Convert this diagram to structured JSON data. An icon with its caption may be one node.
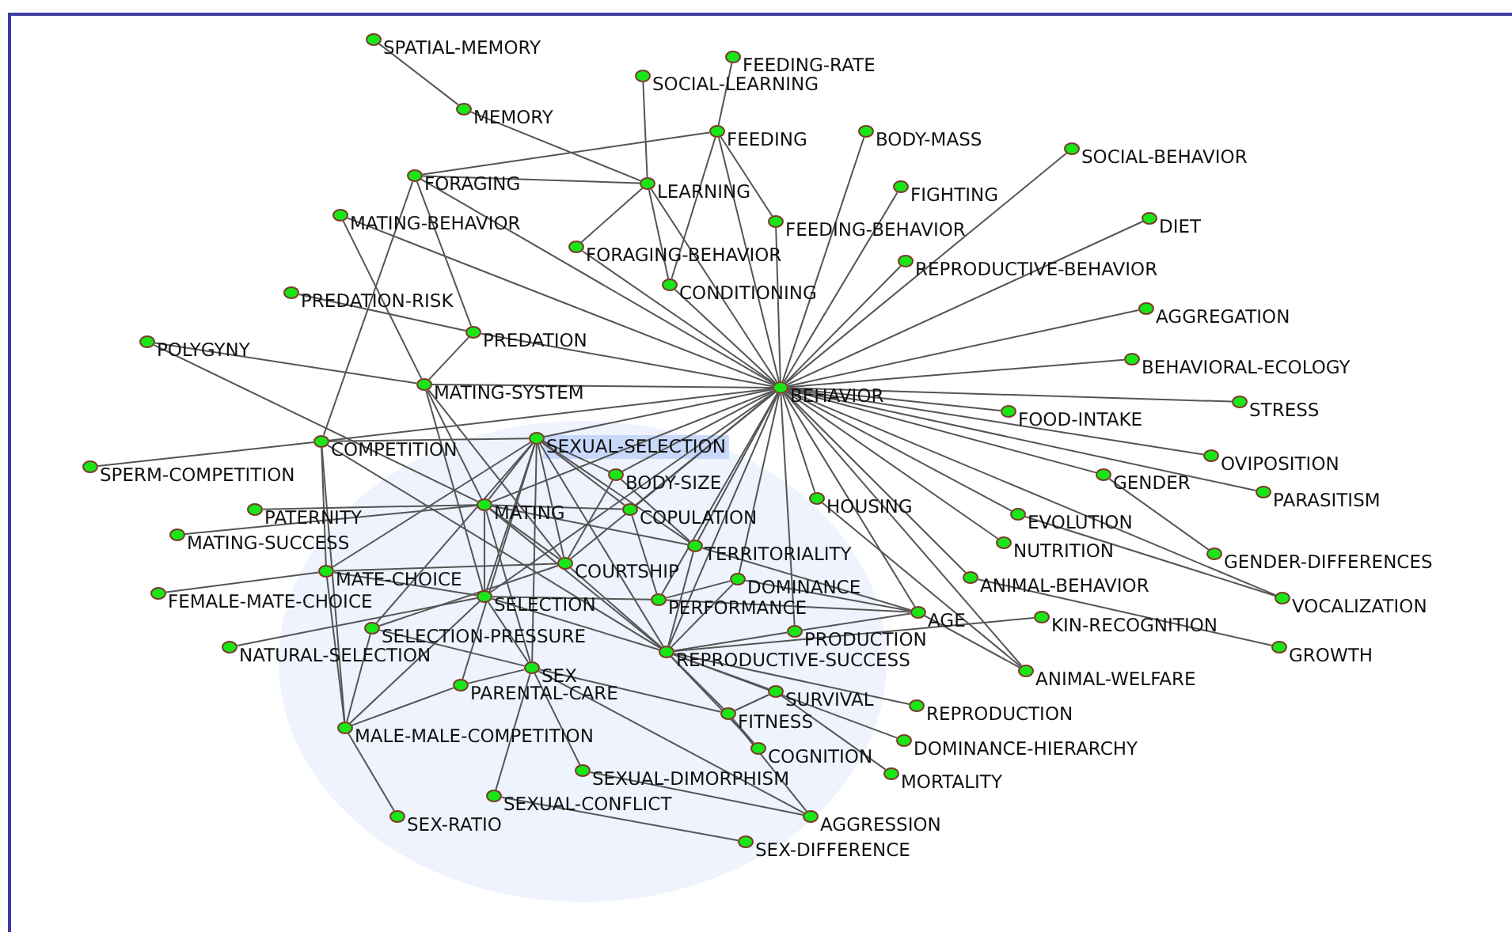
{
  "diagram": {
    "nodes": [
      {
        "text": [
          "SPATIAL-MEMORY"
        ]
      },
      {
        "text": [
          "FEEDING-RATE"
        ]
      },
      {
        "text": [
          "SOCIAL-LEARNING"
        ]
      },
      {
        "text": [
          "MEMORY"
        ]
      },
      {
        "text": [
          "FEEDING"
        ]
      },
      {
        "text": [
          "BODY-MASS"
        ]
      },
      {
        "text": [
          "SOCIAL-BEHAVIOR"
        ]
      },
      {
        "text": [
          "FORAGING"
        ]
      },
      {
        "text": [
          "LEARNING"
        ]
      },
      {
        "text": [
          "FIGHTING"
        ]
      },
      {
        "text": [
          "DIET"
        ]
      },
      {
        "text": [
          "MATING-BEHAVIOR"
        ]
      },
      {
        "text": [
          "FEEDING-BEHAVIOR"
        ]
      },
      {
        "text": [
          "FORAGING-BEHAVIOR"
        ]
      },
      {
        "text": [
          "REPRODUCTIVE-BEHAVIOR"
        ]
      },
      {
        "text": [
          "CONDITIONING"
        ]
      },
      {
        "text": [
          "PREDATION-RISK"
        ]
      },
      {
        "text": [
          "AGGREGATION"
        ]
      },
      {
        "text": [
          "POLYGYNY"
        ]
      },
      {
        "text": [
          "PREDATION"
        ]
      },
      {
        "text": [
          "BEHAVIORAL-ECOLOGY"
        ]
      },
      {
        "text": [
          "BEHAVIOR"
        ]
      },
      {
        "text": [
          "MATING-SYSTEM"
        ]
      },
      {
        "text": [
          "STRESS"
        ]
      },
      {
        "text": [
          "FOOD-INTAKE"
        ]
      },
      {
        "text": [
          "COMPETITION"
        ]
      },
      {
        "text": [
          "SEXUAL-SELECTION"
        ]
      },
      {
        "text": [
          "SPERM-COMPETITION"
        ]
      },
      {
        "text": [
          "OVIPOSITION"
        ]
      },
      {
        "text": [
          "BODY-SIZE"
        ]
      },
      {
        "text": [
          "GENDER"
        ]
      },
      {
        "text": [
          "PARASITISM"
        ]
      },
      {
        "text": [
          "PATERNITY"
        ]
      },
      {
        "text": [
          "MATING"
        ]
      },
      {
        "text": [
          "COPULATION"
        ]
      },
      {
        "text": [
          "HOUSING"
        ]
      },
      {
        "text": [
          "MATING-SUCCESS"
        ]
      },
      {
        "text": [
          "TERRITORIALITY"
        ]
      },
      {
        "text": [
          "EVOLUTION"
        ]
      },
      {
        "text": [
          "NUTRITION"
        ]
      },
      {
        "text": [
          "COURTSHIP"
        ]
      },
      {
        "text": [
          "GENDER-DIFFERENCES"
        ]
      },
      {
        "text": [
          "DOMINANCE"
        ]
      },
      {
        "text": [
          "MATE-CHOICE"
        ]
      },
      {
        "text": [
          "FEMALE-MATE-CHOICE"
        ]
      },
      {
        "text": [
          "SELECTION"
        ]
      },
      {
        "text": [
          "PERFORMANCE"
        ]
      },
      {
        "text": [
          "ANIMAL-BEHAVIOR"
        ]
      },
      {
        "text": [
          "VOCALIZATION"
        ]
      },
      {
        "text": [
          "AGE"
        ]
      },
      {
        "text": [
          "KIN-RECOGNITION"
        ]
      },
      {
        "text": [
          "SELECTION-PRESSURE"
        ]
      },
      {
        "text": [
          "PRODUCTION"
        ]
      },
      {
        "text": [
          "NATURAL-SELECTION"
        ]
      },
      {
        "text": [
          "GROWTH"
        ]
      },
      {
        "text": [
          "REPRODUCTIVE-SUCCESS"
        ]
      },
      {
        "text": [
          "SEX"
        ]
      },
      {
        "text": [
          "PARENTAL-CARE"
        ]
      },
      {
        "text": [
          "ANIMAL-WELFARE"
        ]
      },
      {
        "text": [
          "SURVIVAL"
        ]
      },
      {
        "text": [
          "FITNESS"
        ]
      },
      {
        "text": [
          "REPRODUCTION"
        ]
      },
      {
        "text": [
          "MALE-MALE-COMPETITION"
        ]
      },
      {
        "text": [
          "DOMINANCE-HIERARCHY"
        ]
      },
      {
        "text": [
          "COGNITION"
        ]
      },
      {
        "text": [
          "SEXUAL-DIMORPHISM"
        ]
      },
      {
        "text": [
          "MORTALITY"
        ]
      },
      {
        "text": [
          "SEXUAL-CONFLICT"
        ]
      },
      {
        "text": [
          "AGGRESSION"
        ]
      },
      {
        "text": [
          "SEX-RATIO"
        ]
      },
      {
        "text": [
          "SEX-DIFFERENCE"
        ]
      }
    ],
    "edges": [
      {
        "from": 21,
        "to": 4,
        "arrow": "none"
      },
      {
        "from": 21,
        "to": 5,
        "arrow": "none"
      },
      {
        "from": 21,
        "to": 6,
        "arrow": "none"
      },
      {
        "from": 21,
        "to": 8,
        "arrow": "none"
      },
      {
        "from": 21,
        "to": 9,
        "arrow": "none"
      },
      {
        "from": 21,
        "to": 10,
        "arrow": "none"
      },
      {
        "from": 21,
        "to": 12,
        "arrow": "none"
      },
      {
        "from": 21,
        "to": 13,
        "arrow": "none"
      },
      {
        "from": 21,
        "to": 14,
        "arrow": "none"
      },
      {
        "from": 21,
        "to": 15,
        "arrow": "none"
      },
      {
        "from": 21,
        "to": 11,
        "arrow": "none"
      },
      {
        "from": 21,
        "to": 7,
        "arrow": "none"
      },
      {
        "from": 21,
        "to": 17,
        "arrow": "none"
      },
      {
        "from": 21,
        "to": 20,
        "arrow": "none"
      },
      {
        "from": 21,
        "to": 19,
        "arrow": "none"
      },
      {
        "from": 21,
        "to": 22,
        "arrow": "none"
      },
      {
        "from": 21,
        "to": 23,
        "arrow": "none"
      },
      {
        "from": 21,
        "to": 24,
        "arrow": "none"
      },
      {
        "from": 21,
        "to": 25,
        "arrow": "none"
      },
      {
        "from": 21,
        "to": 26,
        "arrow": "none"
      },
      {
        "from": 21,
        "to": 28,
        "arrow": "none"
      },
      {
        "from": 21,
        "to": 30,
        "arrow": "none"
      },
      {
        "from": 21,
        "to": 31,
        "arrow": "none"
      },
      {
        "from": 21,
        "to": 35,
        "arrow": "none"
      },
      {
        "from": 21,
        "to": 38,
        "arrow": "none"
      },
      {
        "from": 21,
        "to": 39,
        "arrow": "none"
      },
      {
        "from": 21,
        "to": 47,
        "arrow": "none"
      },
      {
        "from": 21,
        "to": 48,
        "arrow": "none"
      },
      {
        "from": 21,
        "to": 49,
        "arrow": "none"
      },
      {
        "from": 21,
        "to": 58,
        "arrow": "none"
      },
      {
        "from": 21,
        "to": 29,
        "arrow": "none"
      },
      {
        "from": 21,
        "to": 34,
        "arrow": "none"
      },
      {
        "from": 21,
        "to": 37,
        "arrow": "none"
      },
      {
        "from": 21,
        "to": 42,
        "arrow": "none"
      },
      {
        "from": 21,
        "to": 33,
        "arrow": "none"
      },
      {
        "from": 21,
        "to": 40,
        "arrow": "none"
      },
      {
        "from": 21,
        "to": 46,
        "arrow": "none"
      },
      {
        "from": 21,
        "to": 45,
        "arrow": "none"
      },
      {
        "from": 21,
        "to": 55,
        "arrow": "none"
      },
      {
        "from": 21,
        "to": 52,
        "arrow": "none"
      },
      {
        "from": 0,
        "to": 3,
        "arrow": "none"
      },
      {
        "from": 1,
        "to": 4,
        "arrow": "none"
      },
      {
        "from": 2,
        "to": 8,
        "arrow": "none"
      },
      {
        "from": 3,
        "to": 8,
        "arrow": "none"
      },
      {
        "from": 7,
        "to": 4,
        "arrow": "none"
      },
      {
        "from": 7,
        "to": 8,
        "arrow": "none"
      },
      {
        "from": 4,
        "to": 12,
        "arrow": "none"
      },
      {
        "from": 4,
        "to": 15,
        "arrow": "none"
      },
      {
        "from": 8,
        "to": 15,
        "arrow": "none"
      },
      {
        "from": 8,
        "to": 13,
        "arrow": "none"
      },
      {
        "from": 7,
        "to": 19,
        "arrow": "none"
      },
      {
        "from": 7,
        "to": 25,
        "arrow": "none"
      },
      {
        "from": 11,
        "to": 22,
        "arrow": "none"
      },
      {
        "from": 16,
        "to": 19,
        "arrow": "none"
      },
      {
        "from": 18,
        "to": 22,
        "arrow": "none"
      },
      {
        "from": 18,
        "to": 33,
        "arrow": "none"
      },
      {
        "from": 19,
        "to": 22,
        "arrow": "none"
      },
      {
        "from": 22,
        "to": 33,
        "arrow": "none"
      },
      {
        "from": 22,
        "to": 45,
        "arrow": "none"
      },
      {
        "from": 22,
        "to": 40,
        "arrow": "none"
      },
      {
        "from": 25,
        "to": 27,
        "arrow": "none"
      },
      {
        "from": 25,
        "to": 26,
        "arrow": "none"
      },
      {
        "from": 25,
        "to": 55,
        "arrow": "none"
      },
      {
        "from": 25,
        "to": 43,
        "arrow": "none"
      },
      {
        "from": 25,
        "to": 62,
        "arrow": "none"
      },
      {
        "from": 26,
        "to": 33,
        "arrow": "none"
      },
      {
        "from": 26,
        "to": 29,
        "arrow": "none"
      },
      {
        "from": 26,
        "to": 34,
        "arrow": "none"
      },
      {
        "from": 26,
        "to": 40,
        "arrow": "none"
      },
      {
        "from": 26,
        "to": 45,
        "arrow": "none"
      },
      {
        "from": 26,
        "to": 51,
        "arrow": "none"
      },
      {
        "from": 26,
        "to": 56,
        "arrow": "none"
      },
      {
        "from": 26,
        "to": 55,
        "arrow": "none"
      },
      {
        "from": 26,
        "to": 43,
        "arrow": "none"
      },
      {
        "from": 26,
        "to": 37,
        "arrow": "none"
      },
      {
        "from": 26,
        "to": 57,
        "arrow": "none"
      },
      {
        "from": 32,
        "to": 33,
        "arrow": "none"
      },
      {
        "from": 36,
        "to": 33,
        "arrow": "none"
      },
      {
        "from": 44,
        "to": 43,
        "arrow": "none"
      },
      {
        "from": 43,
        "to": 40,
        "arrow": "none"
      },
      {
        "from": 43,
        "to": 45,
        "arrow": "none"
      },
      {
        "from": 43,
        "to": 62,
        "arrow": "none"
      },
      {
        "from": 53,
        "to": 45,
        "arrow": "none"
      },
      {
        "from": 51,
        "to": 56,
        "arrow": "none"
      },
      {
        "from": 51,
        "to": 40,
        "arrow": "none"
      },
      {
        "from": 33,
        "to": 45,
        "arrow": "none"
      },
      {
        "from": 33,
        "to": 40,
        "arrow": "none"
      },
      {
        "from": 33,
        "to": 37,
        "arrow": "none"
      },
      {
        "from": 33,
        "to": 34,
        "arrow": "none"
      },
      {
        "from": 33,
        "to": 56,
        "arrow": "none"
      },
      {
        "from": 33,
        "to": 55,
        "arrow": "none"
      },
      {
        "from": 45,
        "to": 56,
        "arrow": "none"
      },
      {
        "from": 45,
        "to": 55,
        "arrow": "none"
      },
      {
        "from": 45,
        "to": 46,
        "arrow": "none"
      },
      {
        "from": 40,
        "to": 55,
        "arrow": "none"
      },
      {
        "from": 40,
        "to": 29,
        "arrow": "none"
      },
      {
        "from": 46,
        "to": 49,
        "arrow": "none"
      },
      {
        "from": 42,
        "to": 49,
        "arrow": "none"
      },
      {
        "from": 42,
        "to": 46,
        "arrow": "none"
      },
      {
        "from": 37,
        "to": 49,
        "arrow": "none"
      },
      {
        "from": 52,
        "to": 49,
        "arrow": "none"
      },
      {
        "from": 55,
        "to": 52,
        "arrow": "none"
      },
      {
        "from": 55,
        "to": 59,
        "arrow": "none"
      },
      {
        "from": 55,
        "to": 60,
        "arrow": "none"
      },
      {
        "from": 55,
        "to": 61,
        "arrow": "none"
      },
      {
        "from": 55,
        "to": 63,
        "arrow": "none"
      },
      {
        "from": 55,
        "to": 64,
        "arrow": "none"
      },
      {
        "from": 55,
        "to": 50,
        "arrow": "none"
      },
      {
        "from": 56,
        "to": 57,
        "arrow": "none"
      },
      {
        "from": 56,
        "to": 60,
        "arrow": "none"
      },
      {
        "from": 56,
        "to": 65,
        "arrow": "none"
      },
      {
        "from": 56,
        "to": 67,
        "arrow": "none"
      },
      {
        "from": 56,
        "to": 68,
        "arrow": "none"
      },
      {
        "from": 57,
        "to": 62,
        "arrow": "none"
      },
      {
        "from": 62,
        "to": 69,
        "arrow": "none"
      },
      {
        "from": 62,
        "to": 45,
        "arrow": "none"
      },
      {
        "from": 62,
        "to": 51,
        "arrow": "none"
      },
      {
        "from": 59,
        "to": 66,
        "arrow": "none"
      },
      {
        "from": 64,
        "to": 60,
        "arrow": "none"
      },
      {
        "from": 65,
        "to": 68,
        "arrow": "none"
      },
      {
        "from": 67,
        "to": 70,
        "arrow": "none"
      },
      {
        "from": 30,
        "to": 41,
        "arrow": "none"
      },
      {
        "from": 47,
        "to": 54,
        "arrow": "none"
      },
      {
        "from": 49,
        "to": 58,
        "arrow": "none"
      },
      {
        "from": 38,
        "to": 48,
        "arrow": "none"
      },
      {
        "from": 35,
        "to": 58,
        "arrow": "none"
      },
      {
        "from": 29,
        "to": 37,
        "arrow": "none"
      },
      {
        "from": 34,
        "to": 46,
        "arrow": "none"
      },
      {
        "from": 37,
        "to": 55,
        "arrow": "none"
      },
      {
        "from": 42,
        "to": 55,
        "arrow": "none"
      },
      {
        "from": 60,
        "to": 68,
        "arrow": "none"
      },
      {
        "from": 59,
        "to": 60,
        "arrow": "none"
      }
    ]
  }
}
